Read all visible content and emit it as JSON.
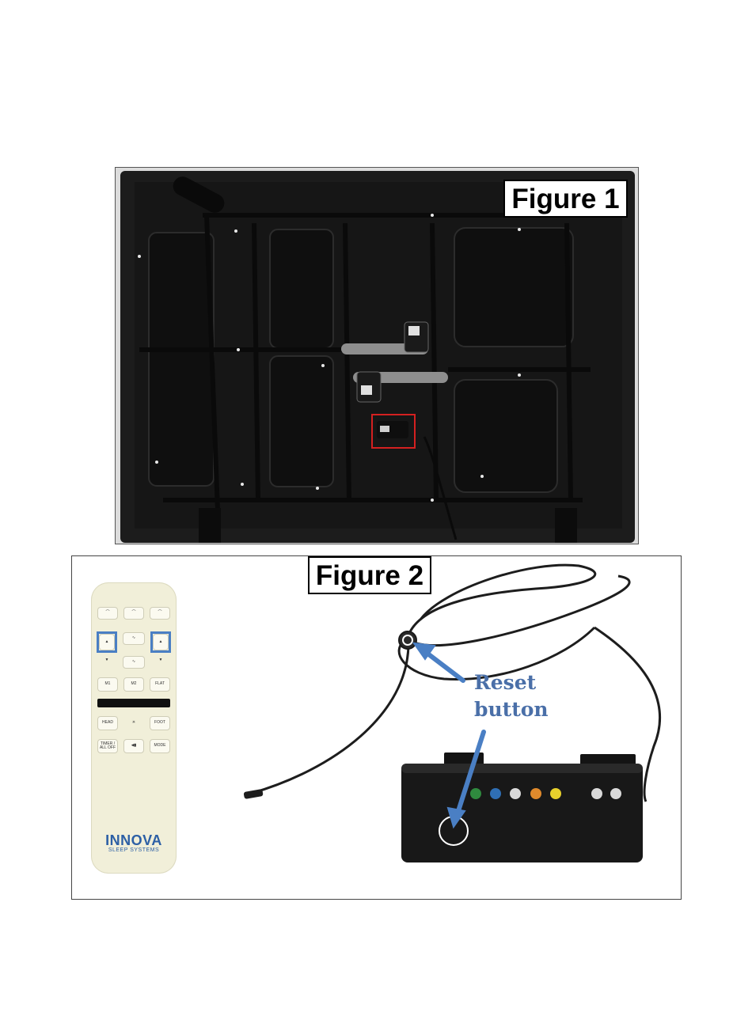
{
  "figure1": {
    "label": "Figure 1"
  },
  "figure2": {
    "label": "Figure 2",
    "remote": {
      "buttons": {
        "m1": "M1",
        "m2": "M2",
        "flat": "FLAT",
        "head": "HEAD",
        "foot": "FOOT",
        "timer": "TIMER / ALL OFF",
        "mode": "MODE"
      },
      "brand": "INNOVA",
      "brand_sub": "SLEEP SYSTEMS"
    },
    "annotation": {
      "line1": "Reset",
      "line2": "button"
    },
    "colors": {
      "arrow": "#4a7fc4",
      "annotation_text": "#4a6fa8",
      "highlight_box": "#d42020"
    }
  }
}
